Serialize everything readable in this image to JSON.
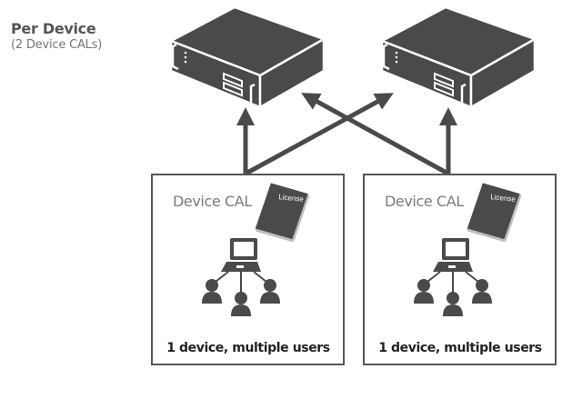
{
  "heading": {
    "title": "Per Device",
    "subtitle": "(2 Device CALs)"
  },
  "servers": [
    {
      "icon": "server-icon"
    },
    {
      "icon": "server-icon"
    }
  ],
  "boxes": [
    {
      "label": "Device CAL",
      "license_text": "License",
      "caption": "1 device, multiple users"
    },
    {
      "label": "Device CAL",
      "license_text": "License",
      "caption": "1 device, multiple users"
    }
  ],
  "colors": {
    "dark": "#4a4a4a",
    "border": "#555555",
    "text_gray": "#7a7a7a"
  }
}
